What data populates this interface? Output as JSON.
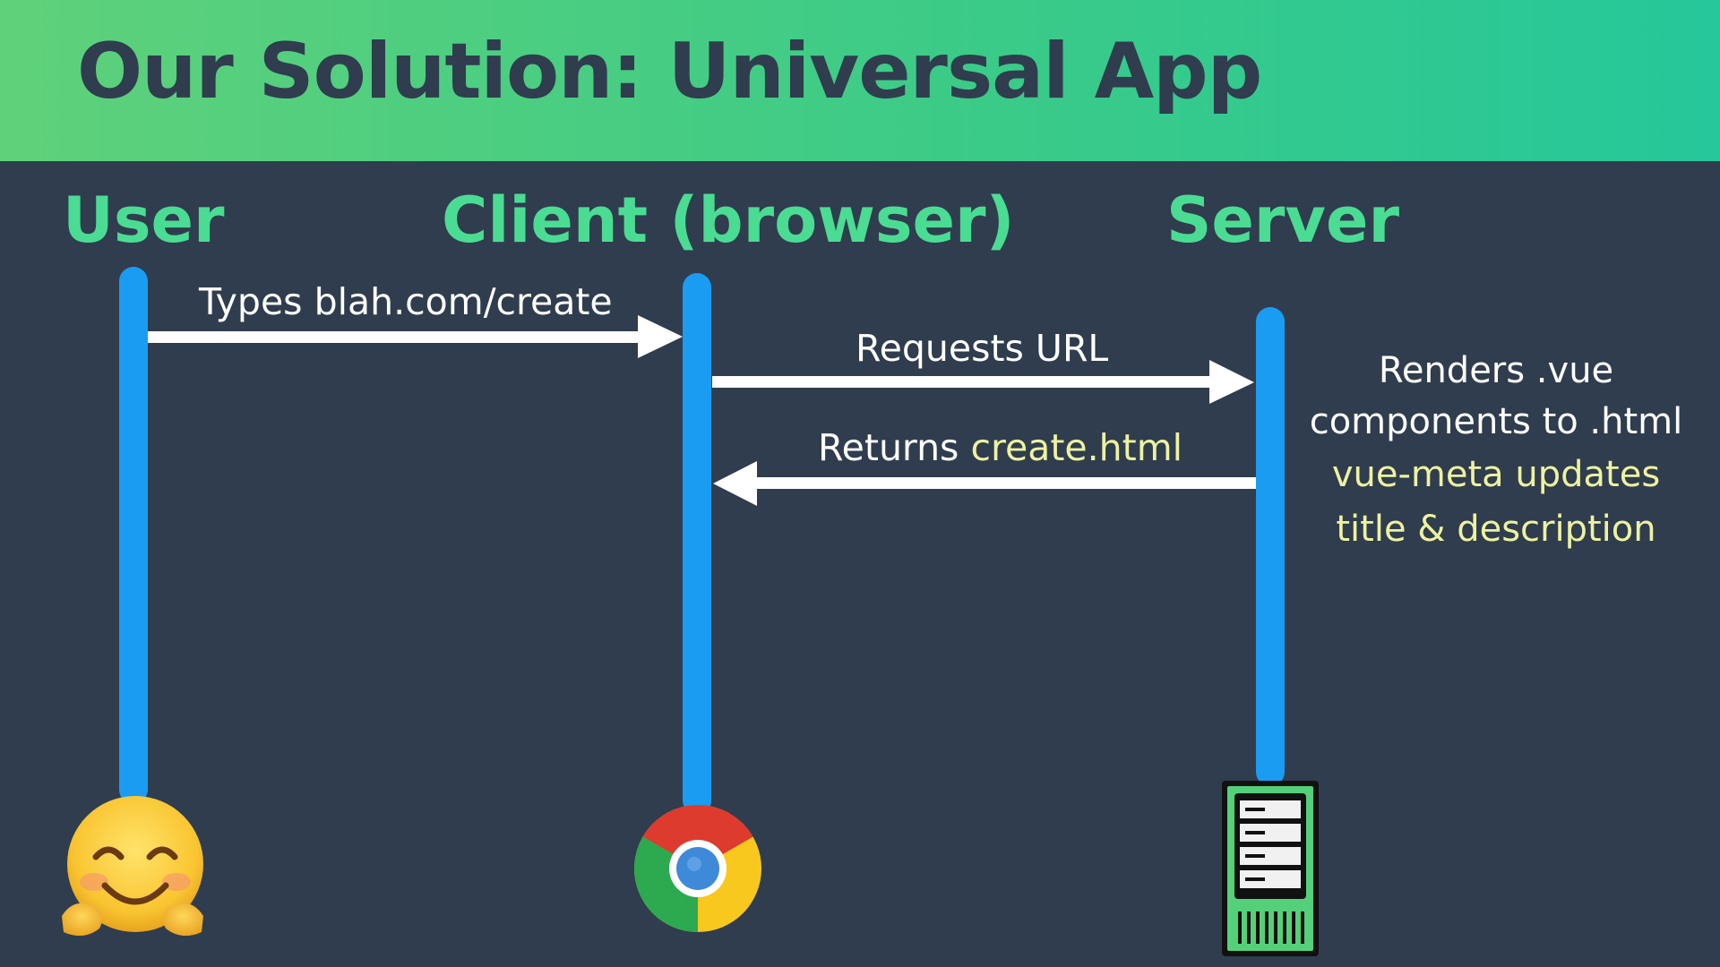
{
  "slide": {
    "title": "Our Solution: Universal App"
  },
  "actors": {
    "user": "User",
    "client": "Client (browser)",
    "server": "Server"
  },
  "messages": {
    "types_url": "Types blah.com/create",
    "requests_url": "Requests URL",
    "returns_prefix": "Returns",
    "returns_file": "create.html"
  },
  "server_note": {
    "line1": "Renders .vue",
    "line2": "components to .html",
    "line3": "vue-meta updates",
    "line4": "title & description"
  },
  "colors": {
    "header": "#3ccb87",
    "background": "#2f3d4e",
    "actor_label": "#4bdc93",
    "lifeline": "#1a9cf3",
    "highlight": "#eef2a0"
  },
  "icons": {
    "user": "hugging-face-emoji-icon",
    "client": "chrome-browser-icon",
    "server": "server-tower-icon"
  }
}
